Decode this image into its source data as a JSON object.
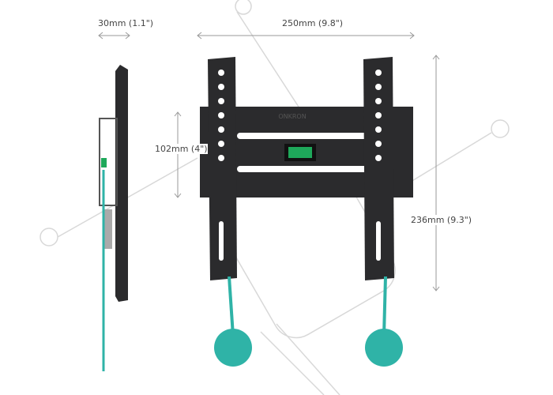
{
  "dimensions": {
    "depth": "30mm (1.1\")",
    "width": "250mm (9.8\")",
    "vesa_height": "102mm (4\")",
    "height": "236mm (9.3\")"
  },
  "brand": "ONKRON",
  "colors": {
    "bracket": "#2b2b2d",
    "accent_teal": "#2fb3a7",
    "level_green": "#1ea85a",
    "dim_line": "#888888"
  }
}
